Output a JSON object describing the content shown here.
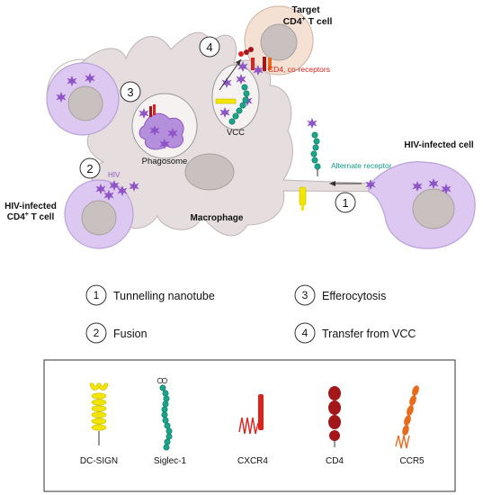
{
  "labels": {
    "target_cell_line1": "Target",
    "target_cell_line2": "CD4",
    "target_cell_sup": "+",
    "target_cell_line2b": " T cell",
    "co_receptors": "CD4, co-receptors",
    "vcc": "VCC",
    "phagosome": "Phagosome",
    "hiv": "HIV",
    "infected_cd4_line1": "HIV-infected",
    "infected_cd4_line2": "CD4",
    "infected_cd4_sup": "+",
    "infected_cd4_line2b": " T cell",
    "macrophage": "Macrophage",
    "alternate_receptor": "Alternate receptor",
    "hiv_infected_cell": "HIV-infected cell",
    "step1": "1",
    "step2": "2",
    "step3": "3",
    "step4": "4"
  },
  "legend": [
    {
      "num": "1",
      "text": "Tunnelling nanotube"
    },
    {
      "num": "3",
      "text": "Efferocytosis"
    },
    {
      "num": "2",
      "text": "Fusion"
    },
    {
      "num": "4",
      "text": "Transfer from VCC"
    }
  ],
  "key": [
    {
      "name": "DC-SIGN",
      "color": "#f2e600"
    },
    {
      "name": "Siglec-1",
      "color": "#1aa58a"
    },
    {
      "name": "CXCR4",
      "color": "#e0201b"
    },
    {
      "name": "CD4",
      "color": "#a3161a"
    },
    {
      "name": "CCR5",
      "color": "#e86a1c"
    }
  ],
  "colors": {
    "macrophage": "#e6dede",
    "infected_cell": "#dcc8f0",
    "nucleus": "#c9c0c0",
    "virus": "#8f54c6",
    "teal_text": "#119a8a",
    "red_text": "#e0201b"
  }
}
